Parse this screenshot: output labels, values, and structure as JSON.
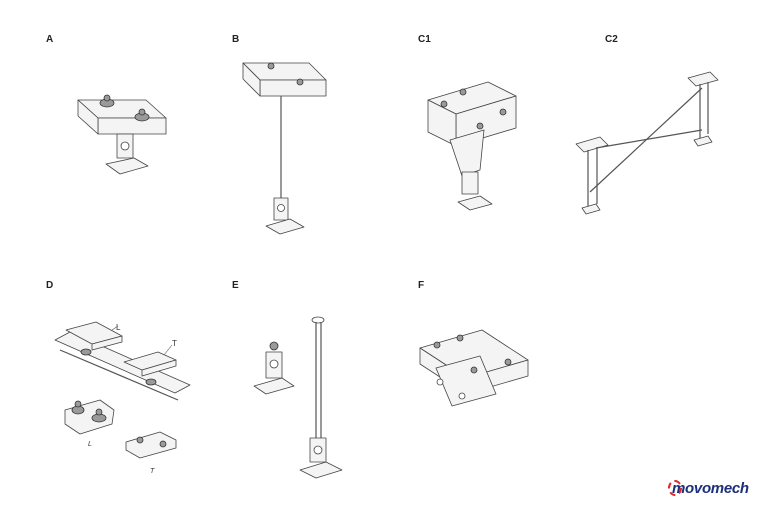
{
  "panels": {
    "a": "A",
    "b": "B",
    "c1": "C1",
    "c2": "C2",
    "d": "D",
    "e": "E",
    "f": "F"
  },
  "callouts": {
    "d_top_l": "L",
    "d_top_t": "T",
    "d_bottom_l": "L",
    "d_bottom_t": "T"
  },
  "logo": {
    "text": "movomech",
    "brand_color": "#1d2f7a",
    "accent_color": "#e0262a"
  }
}
